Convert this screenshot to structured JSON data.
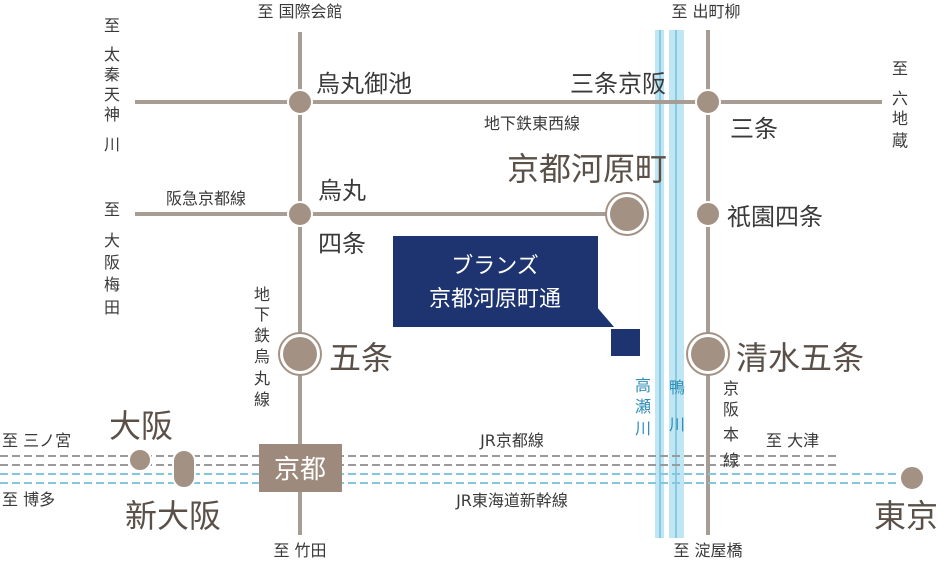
{
  "colors": {
    "rail": "#a89d93",
    "station": "#a39184",
    "station_ring": "#ffffff",
    "kyoto_box": "#9d8a7c",
    "property": "#1d3470",
    "river_light": "#bfe6f2",
    "river_line": "#62b8d8",
    "jr_line_gray": "#9a9a9a",
    "shinkansen_blue": "#86c6dc",
    "river_text": "#2f8fb8"
  },
  "directions": {
    "kokusai_kaikan": "至 国際会館",
    "demachiyanagi": "至 出町柳",
    "uzumasa": [
      "至",
      "太",
      "秦",
      "天",
      "神",
      "川"
    ],
    "rokujizo": [
      "至",
      "六",
      "地",
      "蔵"
    ],
    "osaka_umeda": [
      "至",
      "大",
      "阪",
      "梅",
      "田"
    ],
    "sannomiya": "至 三ノ宮",
    "hakata": "至 博多",
    "otsu": "至 大津",
    "takeda": "至 竹田",
    "yodoyabashi": "至 淀屋橋"
  },
  "lines": {
    "tozai": "地下鉄東西線",
    "hankyu": "阪急京都線",
    "karasuma_line": [
      "地",
      "下",
      "鉄",
      "烏",
      "丸",
      "線"
    ],
    "keihan": [
      "京",
      "阪",
      "本",
      "線"
    ],
    "jr_kyoto": "JR京都線",
    "shinkansen": "JR東海道新幹線"
  },
  "rivers": {
    "takase": [
      "高",
      "瀬",
      "川"
    ],
    "kamo": [
      "鴨",
      "川"
    ]
  },
  "stations": {
    "karasuma_oike": "烏丸御池",
    "sanjo_keihan": "三条京阪",
    "sanjo": "三条",
    "kawaramachi": "京都河原町",
    "karasuma": "烏丸",
    "shijo": "四条",
    "gion_shijo": "祇園四条",
    "gojo": "五条",
    "kiyomizu_gojo": "清水五条",
    "osaka": "大阪",
    "shin_osaka": "新大阪",
    "kyoto": "京都",
    "tokyo": "東京"
  },
  "property": {
    "line1": "ブランズ",
    "line2": "京都河原町通"
  }
}
